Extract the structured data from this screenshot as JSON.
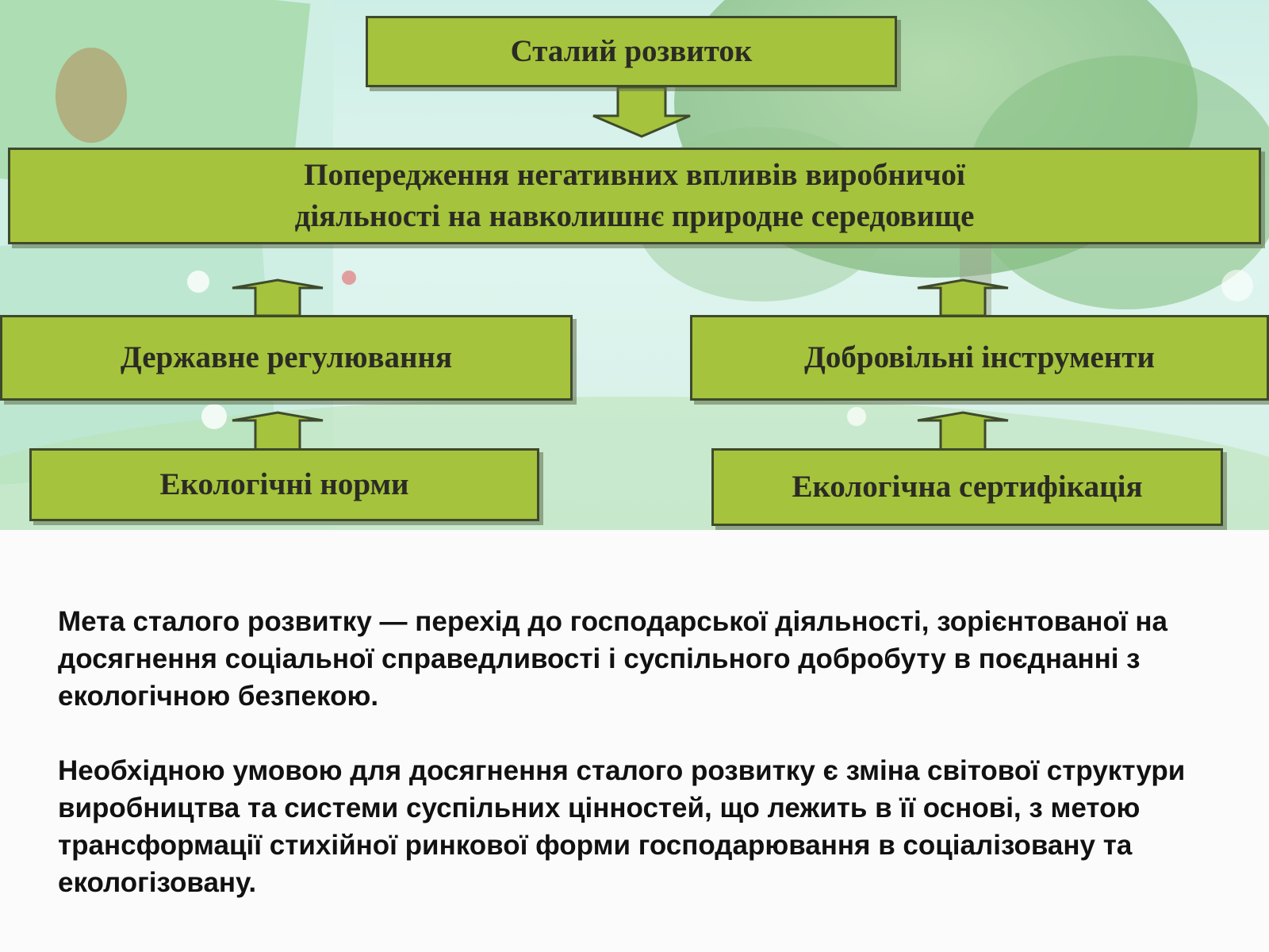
{
  "diagram": {
    "sustainable_development": "Сталий розвиток",
    "prevention": "Попередження негативних впливів виробничої\nдіяльності на навколишнє природне середовище",
    "state_regulation": "Державне регулювання",
    "voluntary_instruments": "Добровільні інструменти",
    "ecological_norms": "Екологічні норми",
    "ecological_certification": "Екологічна сертифікація"
  },
  "body_text": {
    "paragraph_1": "Мета сталого розвитку — перехід до господарської діяльності, зорієнтованої на досягнення соціальної справедливості і суспільного добробуту в поєднанні з екологічною безпекою.",
    "paragraph_2": "Необхідною умовою для досягнення сталого розвитку є зміна світової структури виробництва та системи суспільних цінностей, що лежить в її основі, з метою трансформації стихійної ринкової форми господарювання в соціалізовану та екологізовану."
  },
  "colors": {
    "box_fill": "#a5c33c",
    "box_border": "#3f4a2c",
    "background": "#cdeee6",
    "text": "#111111"
  }
}
